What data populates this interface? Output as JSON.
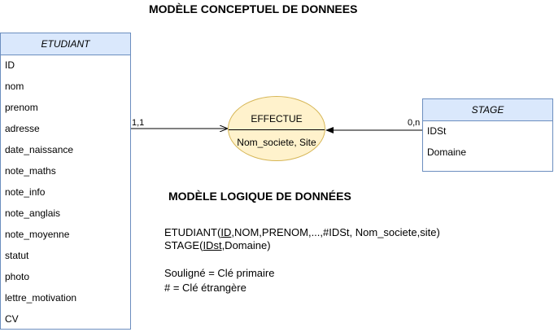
{
  "titles": {
    "conceptual": "MODÈLE CONCEPTUEL DE DONNEES",
    "logical": "MODÈLE LOGIQUE DE DONNÉES"
  },
  "etudiant": {
    "name": "ETUDIANT",
    "attributes": [
      "ID",
      "nom",
      "prenom",
      "adresse",
      "date_naissance",
      "note_maths",
      "note_info",
      "note_anglais",
      "note_moyenne",
      "statut",
      "photo",
      "lettre_motivation",
      "CV"
    ]
  },
  "stage": {
    "name": "STAGE",
    "attributes": [
      "IDSt",
      "Domaine"
    ]
  },
  "relation": {
    "name": "EFFECTUE",
    "attributes": "Nom_societe, Site",
    "card_left": "1,1",
    "card_right": "0,n"
  },
  "logical": {
    "etudiant_prefix": "ETUDIANT(",
    "etudiant_key": "ID",
    "etudiant_rest": ",NOM,PRENOM,...,#IDSt, Nom_societe,site)",
    "stage_prefix": "STAGE(",
    "stage_key": "IDst",
    "stage_rest": ",Domaine)",
    "legend_primary": "Souligné = Clé primaire",
    "legend_foreign": "# = Clé étrangère"
  }
}
